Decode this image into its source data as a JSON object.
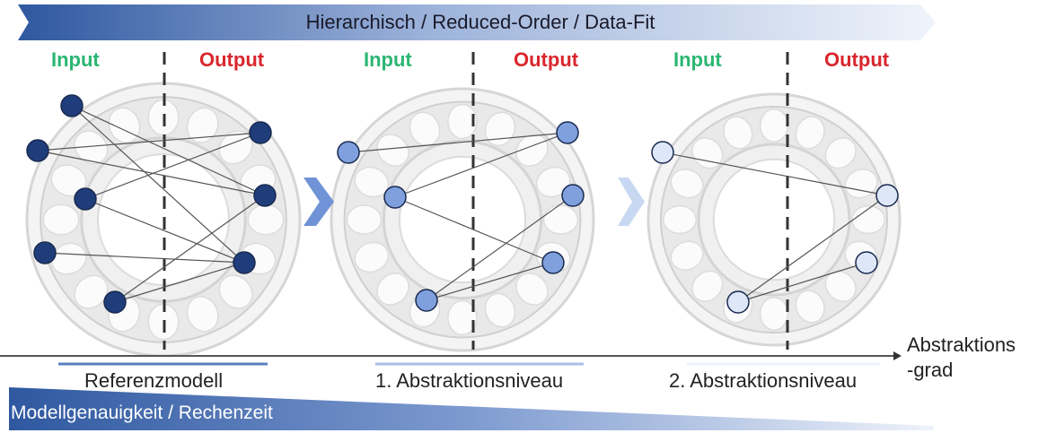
{
  "banner": {
    "text": "Hierarchisch / Reduced-Order / Data-Fit"
  },
  "panels": [
    {
      "input_label": "Input",
      "output_label": "Output",
      "caption": "Referenzmodell",
      "node_color": "#1f3d7a",
      "inputs": [
        [
          80,
          118
        ],
        [
          42,
          168
        ],
        [
          95,
          222
        ],
        [
          50,
          282
        ],
        [
          128,
          337
        ]
      ],
      "outputs": [
        [
          290,
          148
        ],
        [
          295,
          218
        ],
        [
          272,
          293
        ]
      ],
      "edges": [
        [
          1,
          0
        ],
        [
          1,
          1
        ],
        [
          0,
          1
        ],
        [
          0,
          2
        ],
        [
          2,
          0
        ],
        [
          2,
          2
        ],
        [
          3,
          2
        ],
        [
          4,
          1
        ],
        [
          4,
          2
        ]
      ]
    },
    {
      "input_label": "Input",
      "output_label": "Output",
      "caption": "1. Abstraktionsniveau",
      "node_color": "#7fa0dd",
      "inputs": [
        [
          388,
          170
        ],
        [
          440,
          220
        ],
        [
          475,
          335
        ]
      ],
      "outputs": [
        [
          632,
          148
        ],
        [
          638,
          218
        ],
        [
          616,
          293
        ]
      ],
      "edges": [
        [
          0,
          0
        ],
        [
          1,
          0
        ],
        [
          1,
          2
        ],
        [
          2,
          1
        ],
        [
          2,
          2
        ]
      ]
    },
    {
      "input_label": "Input",
      "output_label": "Output",
      "caption": "2. Abstraktionsniveau",
      "node_color": "#dde7f7",
      "inputs": [
        [
          738,
          170
        ],
        [
          822,
          337
        ]
      ],
      "outputs": [
        [
          988,
          218
        ],
        [
          965,
          293
        ]
      ],
      "edges": [
        [
          0,
          0
        ],
        [
          1,
          0
        ],
        [
          1,
          1
        ]
      ]
    }
  ],
  "axis": {
    "label_line1": "Abstraktions",
    "label_line2": "-grad"
  },
  "wedge": {
    "text": "Modellgenauigkeit / Rechenzeit"
  },
  "colors": {
    "banner_dark": "#2f58a0",
    "banner_light": "#eef2fa",
    "input": "#2bb673",
    "output": "#d9262c"
  }
}
